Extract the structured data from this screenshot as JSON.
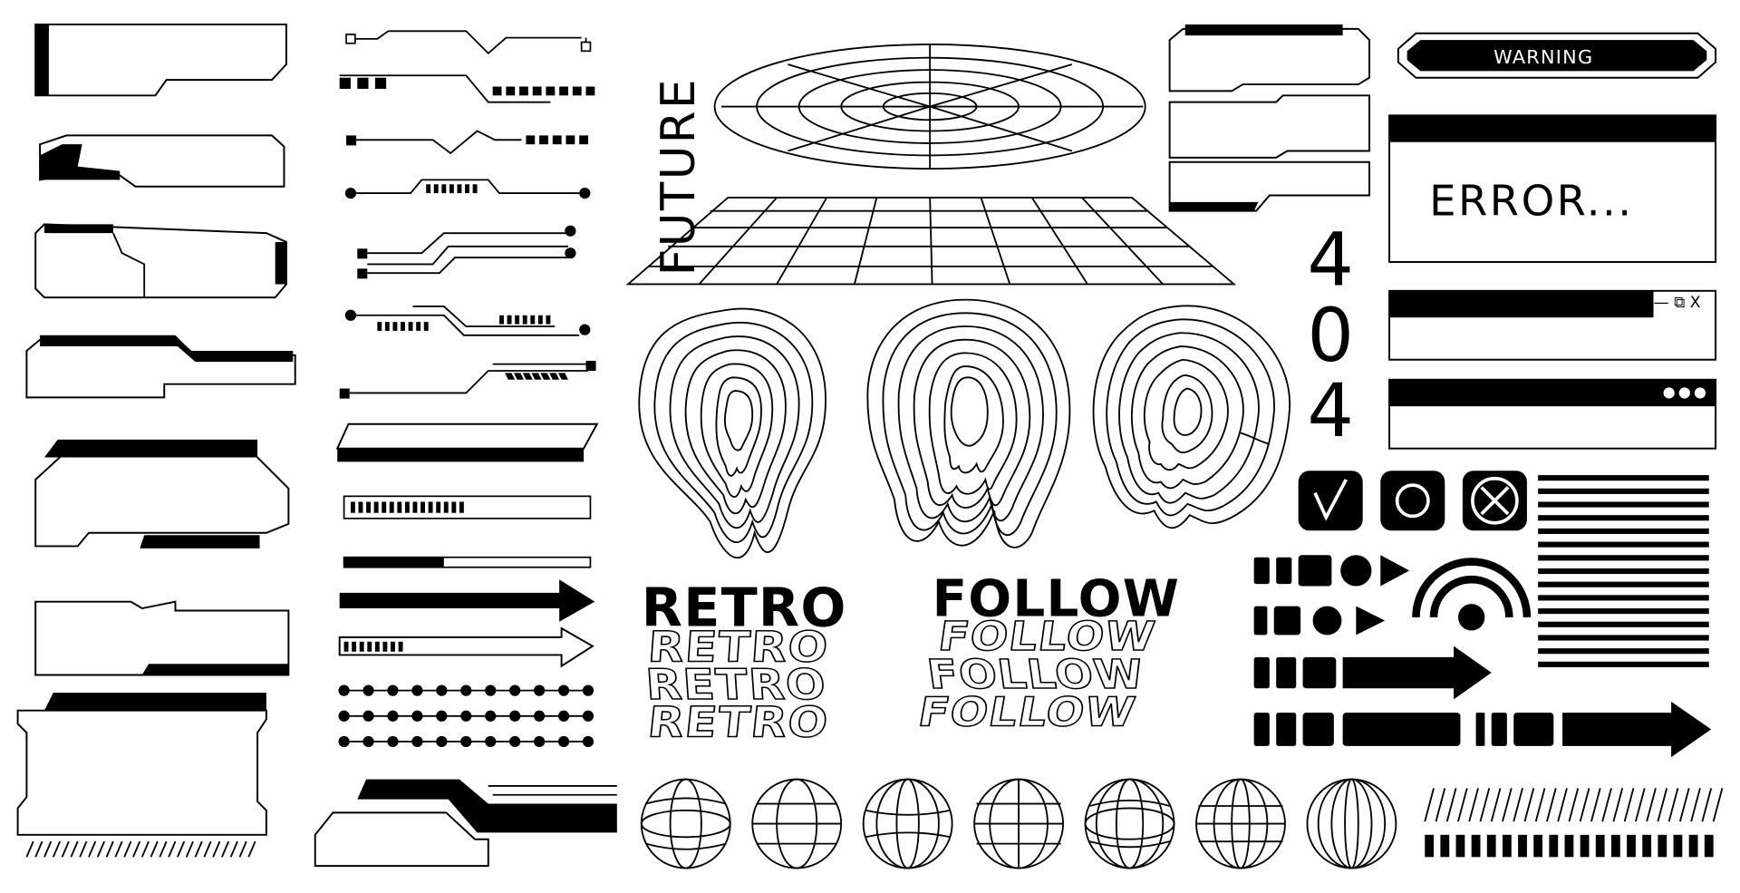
{
  "texts": {
    "future": "FUTURE",
    "warning": "WARNING",
    "error": "ERROR...",
    "num_404": [
      "4",
      "0",
      "4"
    ],
    "retro": "RETRO",
    "follow": "FOLLOW",
    "window_controls": "— ⧉ X"
  },
  "icons": {
    "check": "√",
    "circle": "O",
    "cross": "X"
  },
  "colors": {
    "ink": "#000000",
    "paper": "#ffffff"
  }
}
